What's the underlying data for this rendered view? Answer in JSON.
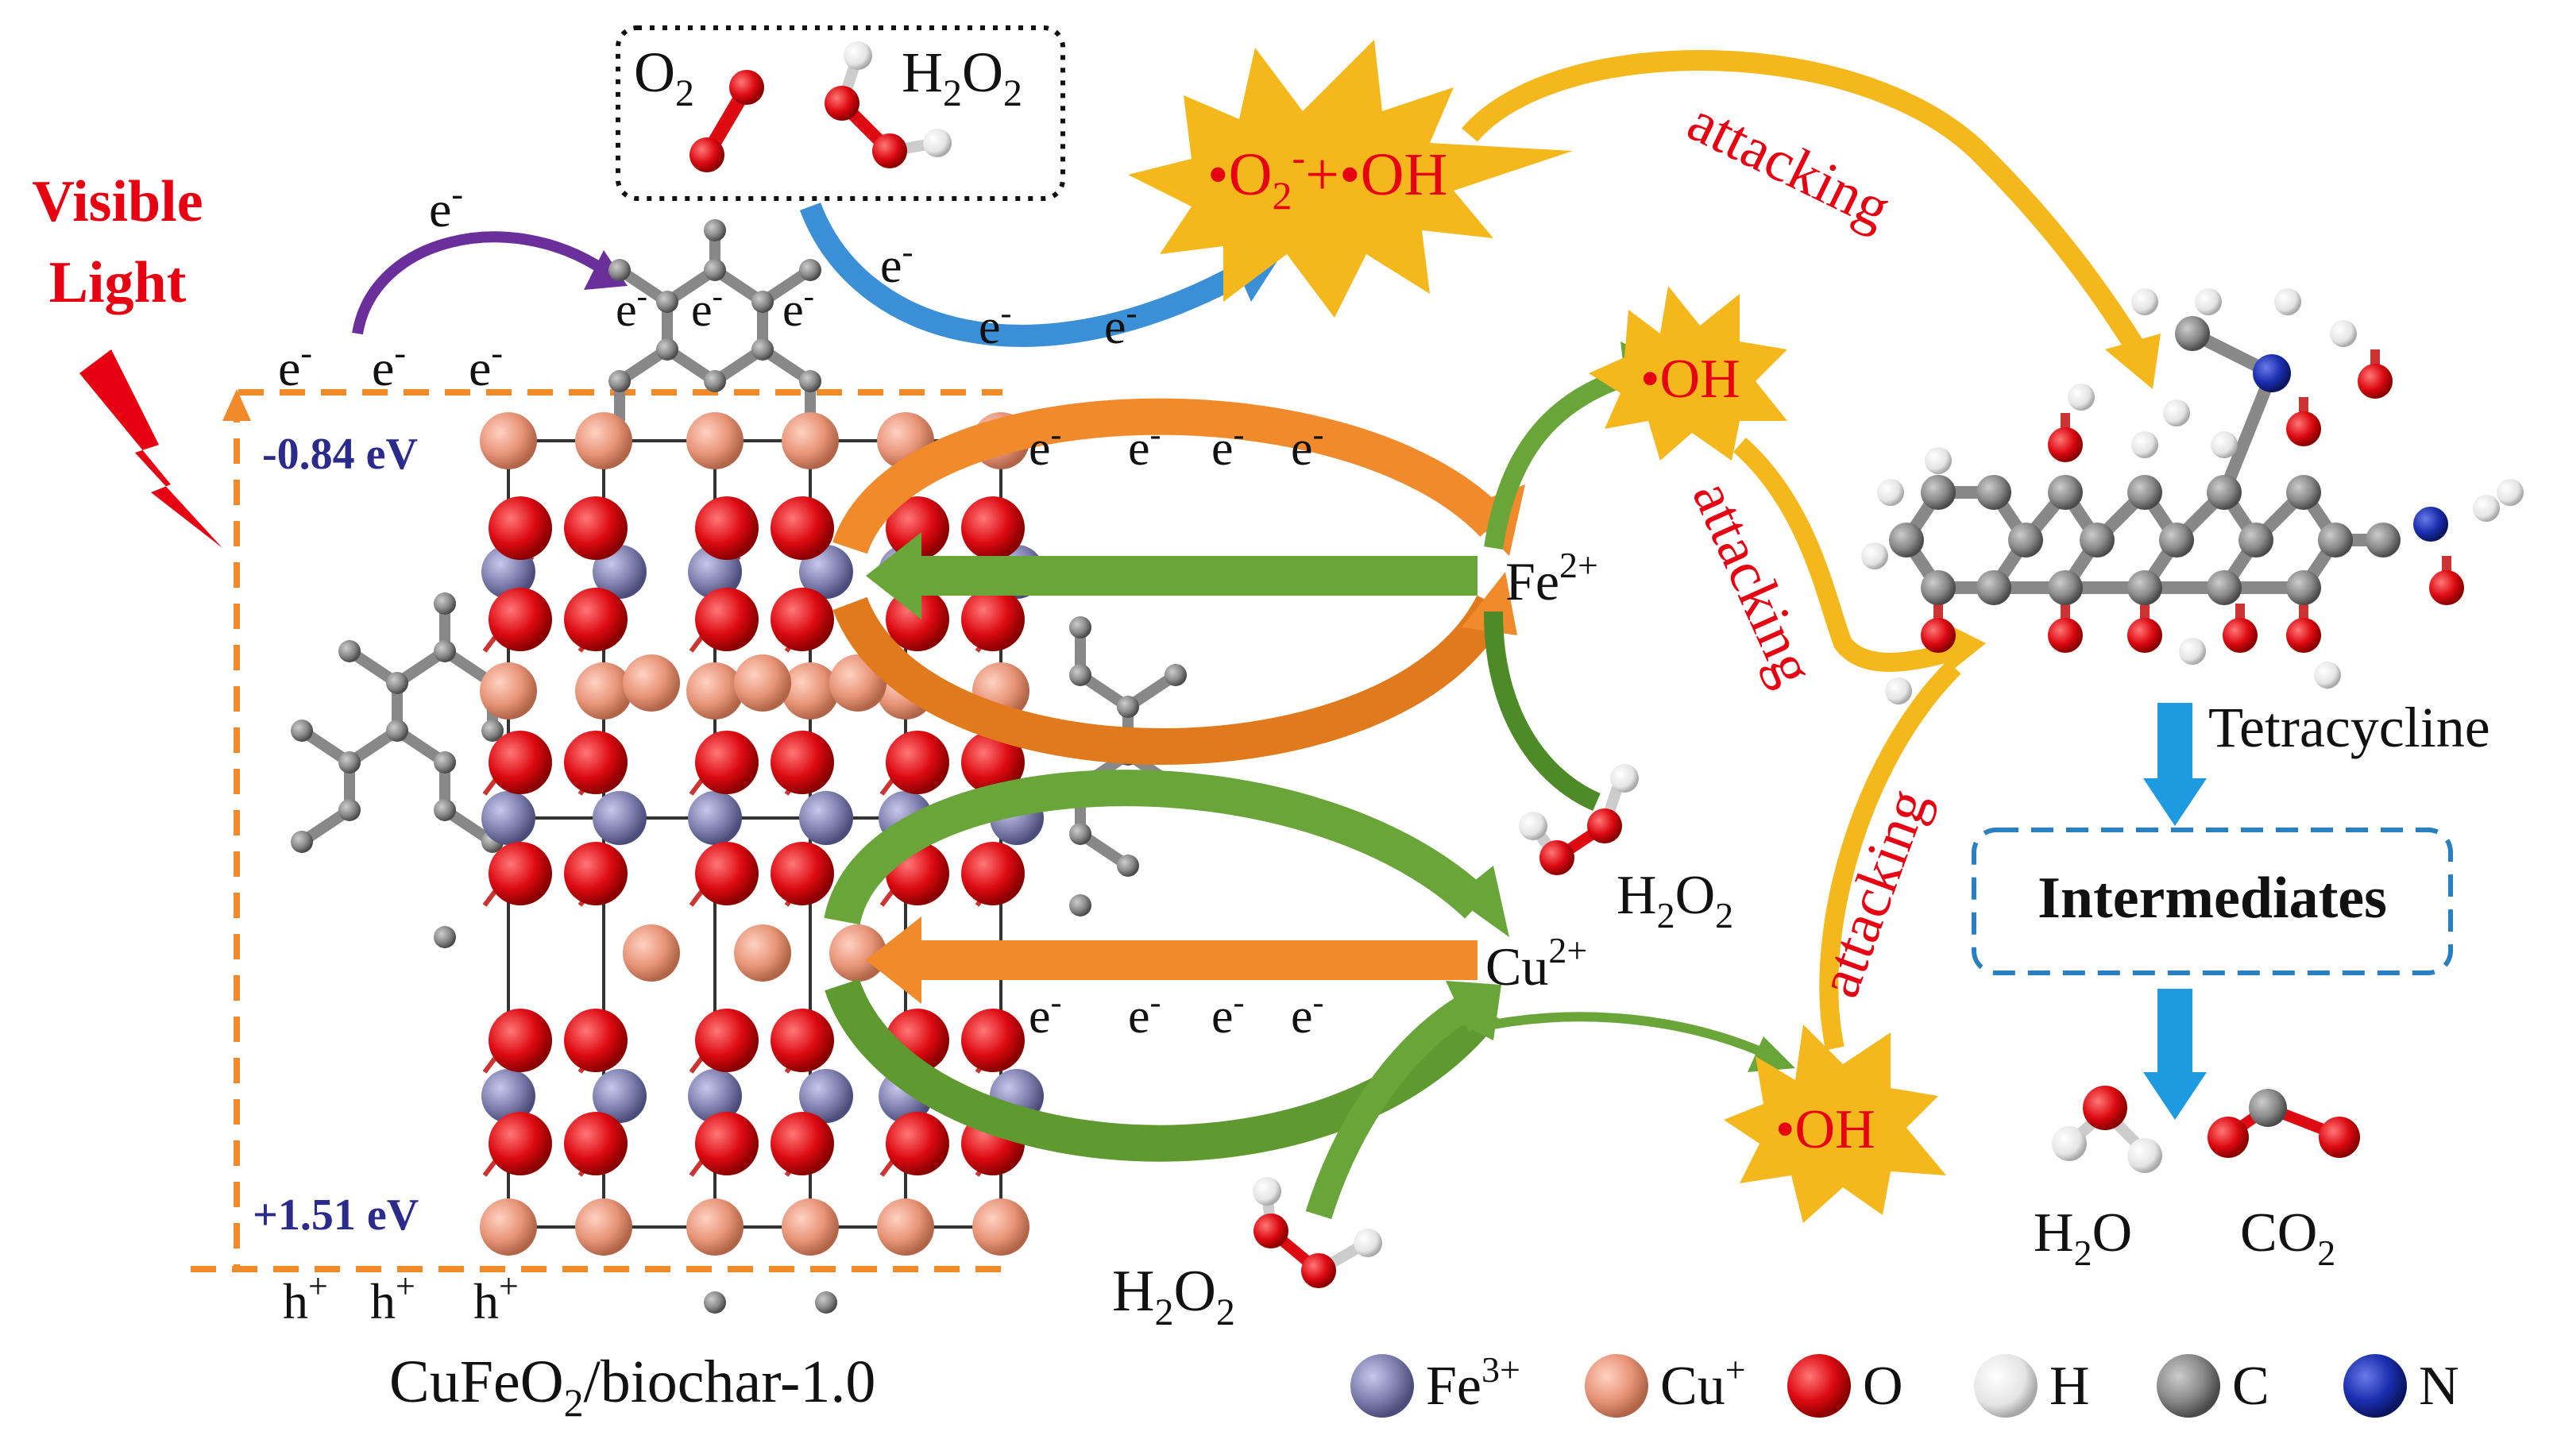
{
  "light": {
    "line1": "Visible",
    "line2": "Light"
  },
  "electron": "e",
  "electron_sup": "-",
  "hole": "h",
  "hole_sup": "+",
  "band": {
    "cb": "-0.84 eV",
    "vb": "+1.51 eV"
  },
  "material": {
    "main": "CuFeO",
    "sub": "2",
    "rest": "/biochar-1.0"
  },
  "reactants": {
    "o2": "O",
    "o2_sub": "2",
    "h2o2": "H",
    "h2o2_sub1": "2",
    "h2o2_mid": "O",
    "h2o2_sub2": "2"
  },
  "radicals": {
    "superoxide_oh": "O",
    "sub2": "2",
    "sup_minus": "-",
    "plus": "+",
    "oh": "OH",
    "dot": "•"
  },
  "ions": {
    "fe": "Fe",
    "fe_sup": "2+",
    "cu": "Cu",
    "cu_sup": "2+"
  },
  "h2o2_labels": {
    "h": "H",
    "sub": "2",
    "o": "O"
  },
  "attacking": "attacking",
  "tetracycline": "Tetracycline",
  "intermediates": "Intermediates",
  "products": {
    "h2o_h": "H",
    "h2o_sub": "2",
    "h2o_o": "O",
    "co2_co": "CO",
    "co2_sub": "2"
  },
  "legend": [
    {
      "label": "Fe",
      "sup": "3+",
      "color": "#8080b0"
    },
    {
      "label": "Cu",
      "sup": "+",
      "color": "#e89478"
    },
    {
      "label": "O",
      "sup": "",
      "color": "#dd0a12"
    },
    {
      "label": "H",
      "sup": "",
      "color": "#eeeeee"
    },
    {
      "label": "C",
      "sup": "",
      "color": "#8a8a8a"
    },
    {
      "label": "N",
      "sup": "",
      "color": "#1a2fb0"
    }
  ],
  "colors": {
    "orange": "#f08a2a",
    "green": "#6aa53a",
    "yellow": "#f4b81c",
    "blue_arrow": "#3a8fd6",
    "purple": "#6b2f9c",
    "red_text": "#e60012",
    "band_text": "#2b2b8c"
  }
}
